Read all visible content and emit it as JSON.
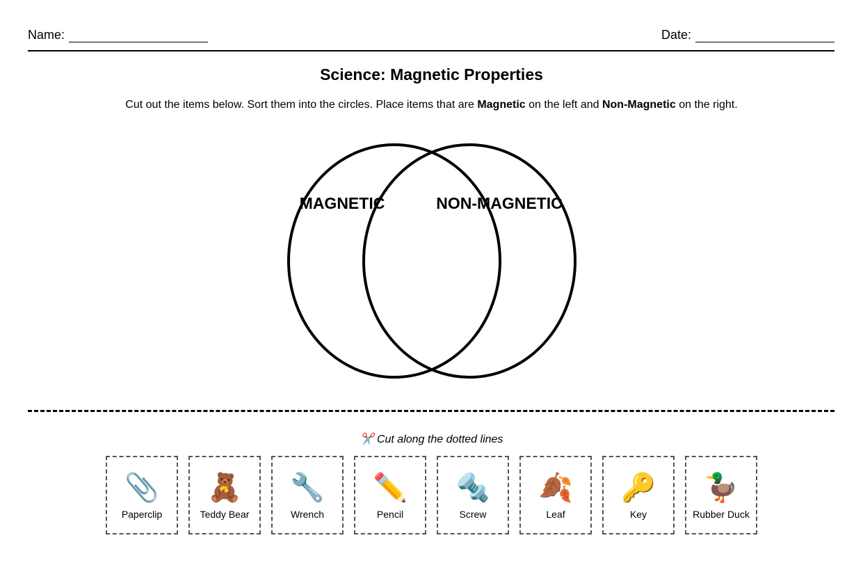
{
  "header": {
    "name_label": "Name:",
    "date_label": "Date:"
  },
  "title": "Science: Magnetic Properties",
  "instructions": {
    "pre": "Cut out the items below. Sort them into the circles. Place items that are ",
    "bold1": "Magnetic",
    "mid": " on the left and ",
    "bold2": "Non-Magnetic",
    "post": " on the right."
  },
  "venn": {
    "left_label": "MAGNETIC",
    "right_label": "NON-MAGNETIC"
  },
  "cut_note": {
    "icon": "✂️",
    "text": "Cut along the dotted lines"
  },
  "items": [
    {
      "icon": "📎",
      "label": "Paperclip"
    },
    {
      "icon": "🧸",
      "label": "Teddy Bear"
    },
    {
      "icon": "🔧",
      "label": "Wrench"
    },
    {
      "icon": "✏️",
      "label": "Pencil"
    },
    {
      "icon": "🔩",
      "label": "Screw"
    },
    {
      "icon": "🍂",
      "label": "Leaf"
    },
    {
      "icon": "🔑",
      "label": "Key"
    },
    {
      "icon": "🦆",
      "label": "Rubber Duck"
    }
  ]
}
